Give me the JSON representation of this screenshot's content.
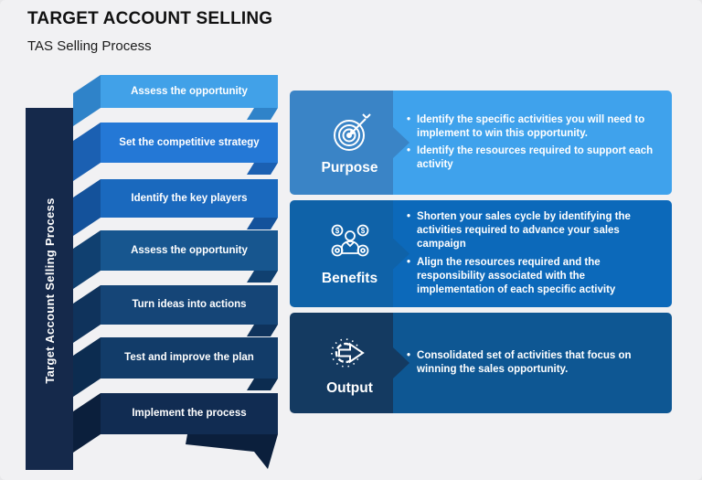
{
  "header": {
    "title": "TARGET ACCOUNT SELLING",
    "subtitle": "TAS Selling Process"
  },
  "process": {
    "bar_label": "Target Account Selling Process",
    "bar_color": "#15294B",
    "steps": [
      {
        "label": "Assess the opportunity",
        "color": "#41A1E8",
        "fold_color": "#2F83C9"
      },
      {
        "label": "Set the competitive strategy",
        "color": "#2478D6",
        "fold_color": "#1B60B2"
      },
      {
        "label": "Identify the key players",
        "color": "#1A69BE",
        "fold_color": "#14529B"
      },
      {
        "label": "Assess the opportunity",
        "color": "#17568F",
        "fold_color": "#104070"
      },
      {
        "label": "Turn ideas into actions",
        "color": "#154577",
        "fold_color": "#0F335C"
      },
      {
        "label": "Test and improve the plan",
        "color": "#123C69",
        "fold_color": "#0C2C50"
      },
      {
        "label": "Implement the process",
        "color": "#112C52",
        "fold_color": "#0B1F3C"
      }
    ]
  },
  "panels": [
    {
      "label": "Purpose",
      "icon": "target-icon",
      "label_bg": "#3A84C6",
      "content_bg": "#3FA2EC",
      "bullets": [
        "Identify the specific activities you will need to implement to win this opportunity.",
        "Identify the resources required to support each activity"
      ]
    },
    {
      "label": "Benefits",
      "icon": "salesman-money-icon",
      "label_bg": "#0F62A8",
      "content_bg": "#0C69BA",
      "bullets": [
        "Shorten your sales cycle by identifying the activities required to advance your sales campaign",
        "Align the resources required and the responsibility associated with the implementation of each specific activity"
      ]
    },
    {
      "label": "Output",
      "icon": "gear-arrow-icon",
      "label_bg": "#143A61",
      "content_bg": "#0E5793",
      "bullets": [
        "Consolidated set of activities that focus on winning the sales opportunity."
      ]
    }
  ],
  "colors": {
    "background": "#F1F1F3",
    "text_on_dark": "#FFFFFF",
    "title_text": "#111111"
  }
}
